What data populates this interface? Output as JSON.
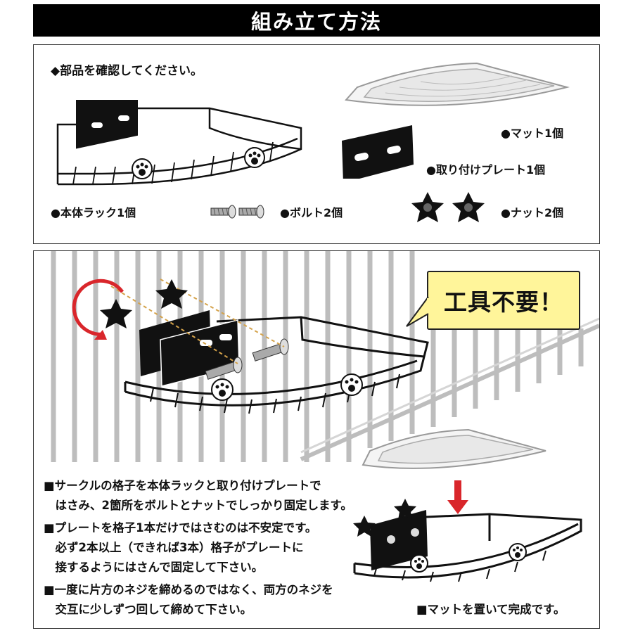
{
  "header": {
    "title": "組み立て方法"
  },
  "parts": {
    "heading": "◆部品を確認してください。",
    "rack": "●本体ラック1個",
    "bolt": "●ボルト2個",
    "nut": "●ナット2個",
    "mat": "●マット1個",
    "plate": "●取り付けプレート1個"
  },
  "callout": {
    "text": "工具不要！"
  },
  "instructions": {
    "line1": "■サークルの格子を本体ラックと取り付けプレートで",
    "line2": "　はさみ、2箇所をボルトとナットでしっかり固定します。",
    "line3": "■プレートを格子1本だけではさむのは不安定です。",
    "line4": "　必ず2本以上（できれば3本）格子がプレートに",
    "line5": "　接するようにはさんで固定して下さい。",
    "line6": "■一度に片方のネジを締めるのではなく、両方のネジを",
    "line7": "　交互に少しずつ回して締めて下さい。",
    "final": "■マットを置いて完成です。"
  },
  "colors": {
    "header_bg": "#000000",
    "callout_bg": "#fff59a",
    "arrow_red": "#d9262b"
  }
}
